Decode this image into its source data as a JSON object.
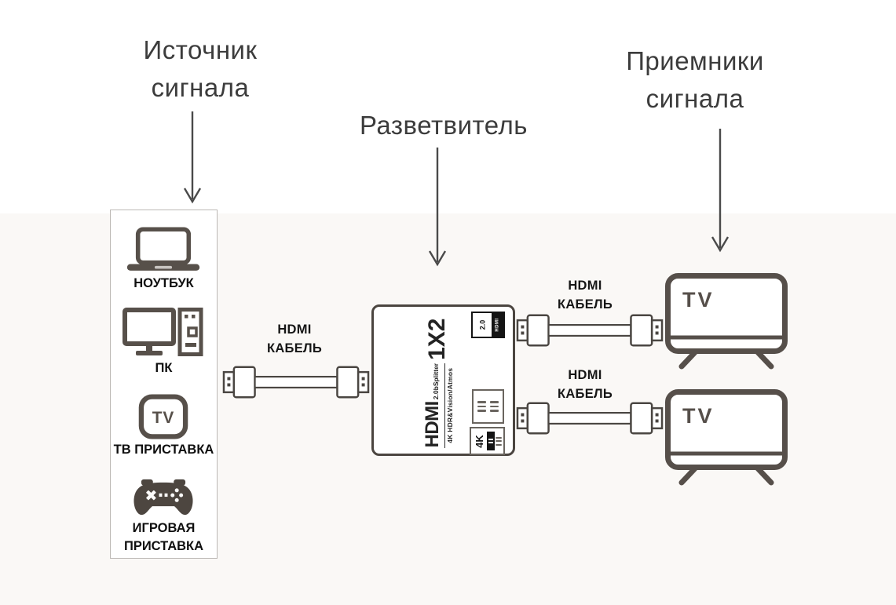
{
  "headings": {
    "source": [
      "Источник",
      "сигнала"
    ],
    "splitter": "Разветвитель",
    "receivers": [
      "Приемники",
      "сигнала"
    ]
  },
  "source_box": {
    "items": [
      {
        "icon": "laptop-icon",
        "label": "НОУТБУК"
      },
      {
        "icon": "desktop-pc-icon",
        "label": "ПК"
      },
      {
        "icon": "tv-set-top-box-icon",
        "icon_text": "TV",
        "label": "ТВ ПРИСТАВКА"
      },
      {
        "icon": "gamepad-icon",
        "label": "ИГРОВАЯ ПРИСТАВКА"
      }
    ]
  },
  "cable_label": {
    "line1": "HDMI",
    "line2": "КАБЕЛЬ"
  },
  "splitter": {
    "brand": "HDMI",
    "spec": "2.0bSplitter",
    "ratio": "1X2",
    "subtitle": "4K HDR&Vision/Atmos",
    "badges": {
      "version": "2.0",
      "brand": "HDMI",
      "resolution": "4K"
    }
  },
  "tv": {
    "screen_label": "TV"
  },
  "colors": {
    "outline": "#57504a",
    "heading": "#3c3c3c",
    "label_text": "#0f0f0f",
    "splitter_border": "#4b4540",
    "background_band": "#faf8f6",
    "arrow": "#4a4a4a"
  }
}
